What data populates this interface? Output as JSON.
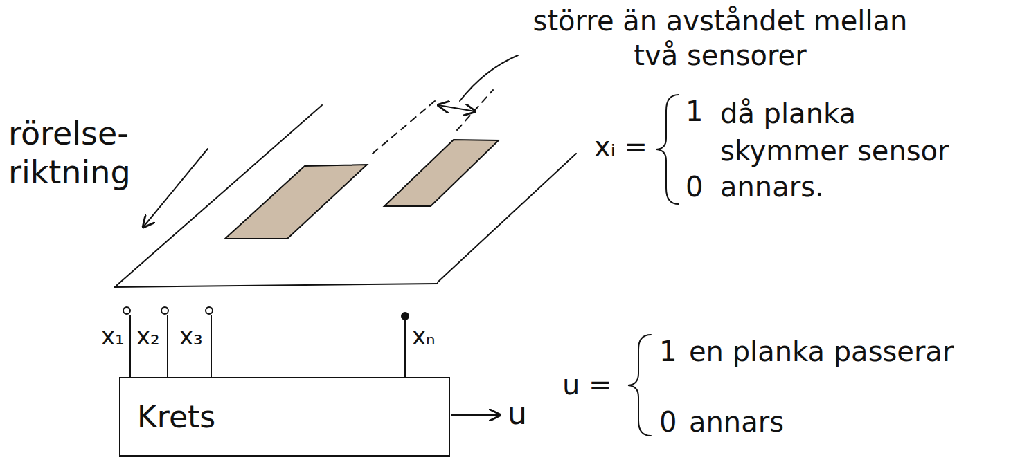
{
  "diagram": {
    "nodes": [
      {
        "text": [
          "Krets"
        ]
      }
    ],
    "labels": [
      "större än avståndet mellan två sensorer",
      "rörelse- riktning",
      "x₁",
      "x₂",
      "x₃",
      "xₙ",
      "u",
      "xᵢ =",
      "1",
      "då planka skymmer sensor",
      "0",
      "annars.",
      "u =",
      "1",
      "en planka passerar",
      "0",
      "annars"
    ]
  }
}
